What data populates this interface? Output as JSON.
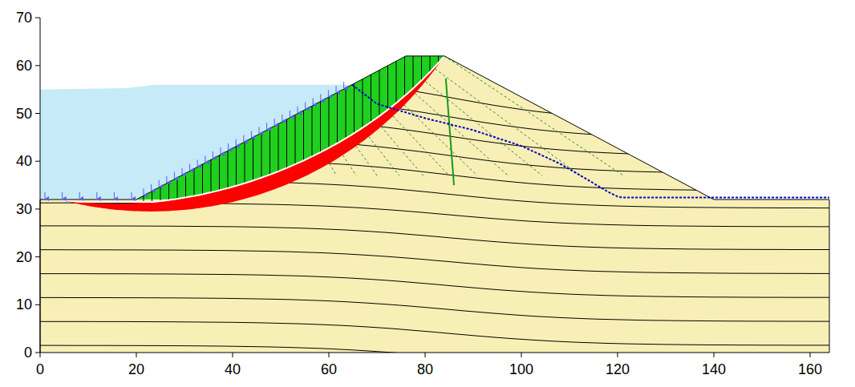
{
  "diagram": {
    "labels": [
      "70",
      "60",
      "50",
      "40",
      "30",
      "20",
      "10",
      "0",
      "0",
      "20",
      "40",
      "60",
      "80",
      "100",
      "120",
      "140",
      "160"
    ]
  }
}
